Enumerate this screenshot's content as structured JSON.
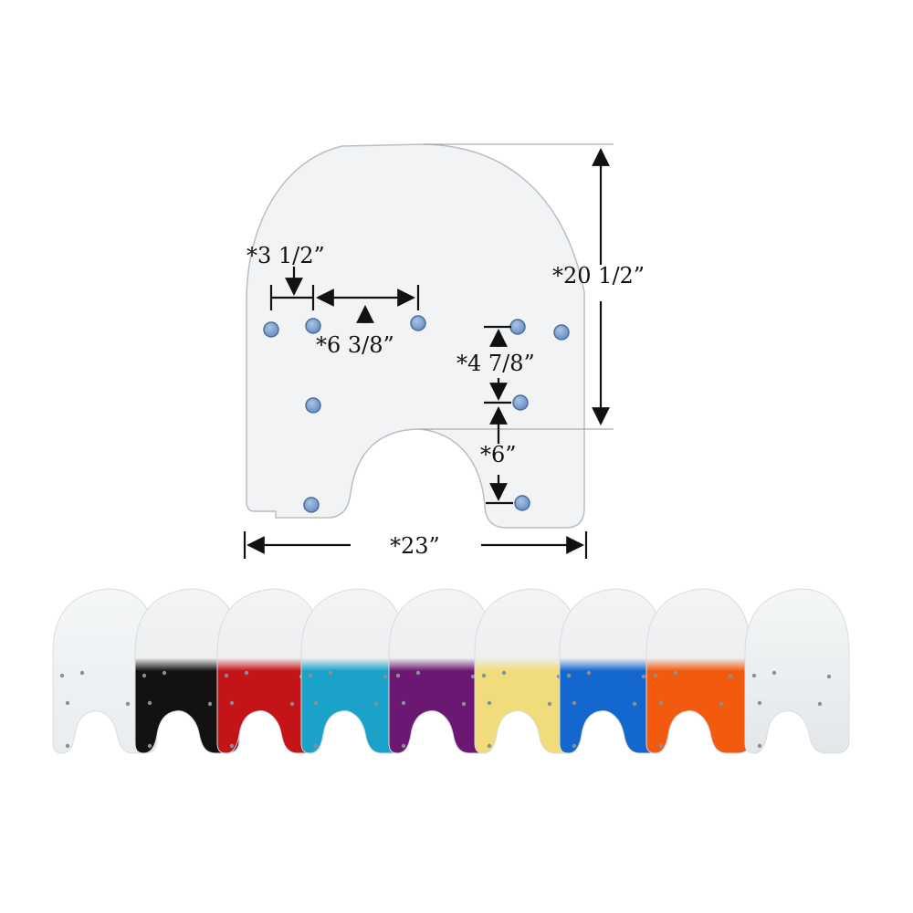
{
  "dimensions": {
    "height": "*20 1/2”",
    "width": "*23”",
    "edge_to_hole": "*3 1/2”",
    "hole_spacing": "*6 3/8”",
    "vertical_hole_gap": "*4 7/8”",
    "notch_depth": "*6”"
  },
  "variants": [
    {
      "name": "clear",
      "tint": "#e9edf0"
    },
    {
      "name": "black",
      "tint": "#121212"
    },
    {
      "name": "red",
      "tint": "#c41418"
    },
    {
      "name": "light-blue",
      "tint": "#1aa2c9"
    },
    {
      "name": "purple",
      "tint": "#6a1872"
    },
    {
      "name": "yellow",
      "tint": "#f0dc7a"
    },
    {
      "name": "blue",
      "tint": "#1467cc"
    },
    {
      "name": "orange",
      "tint": "#f25a10"
    },
    {
      "name": "frost",
      "tint": "#e4e7ea"
    }
  ]
}
